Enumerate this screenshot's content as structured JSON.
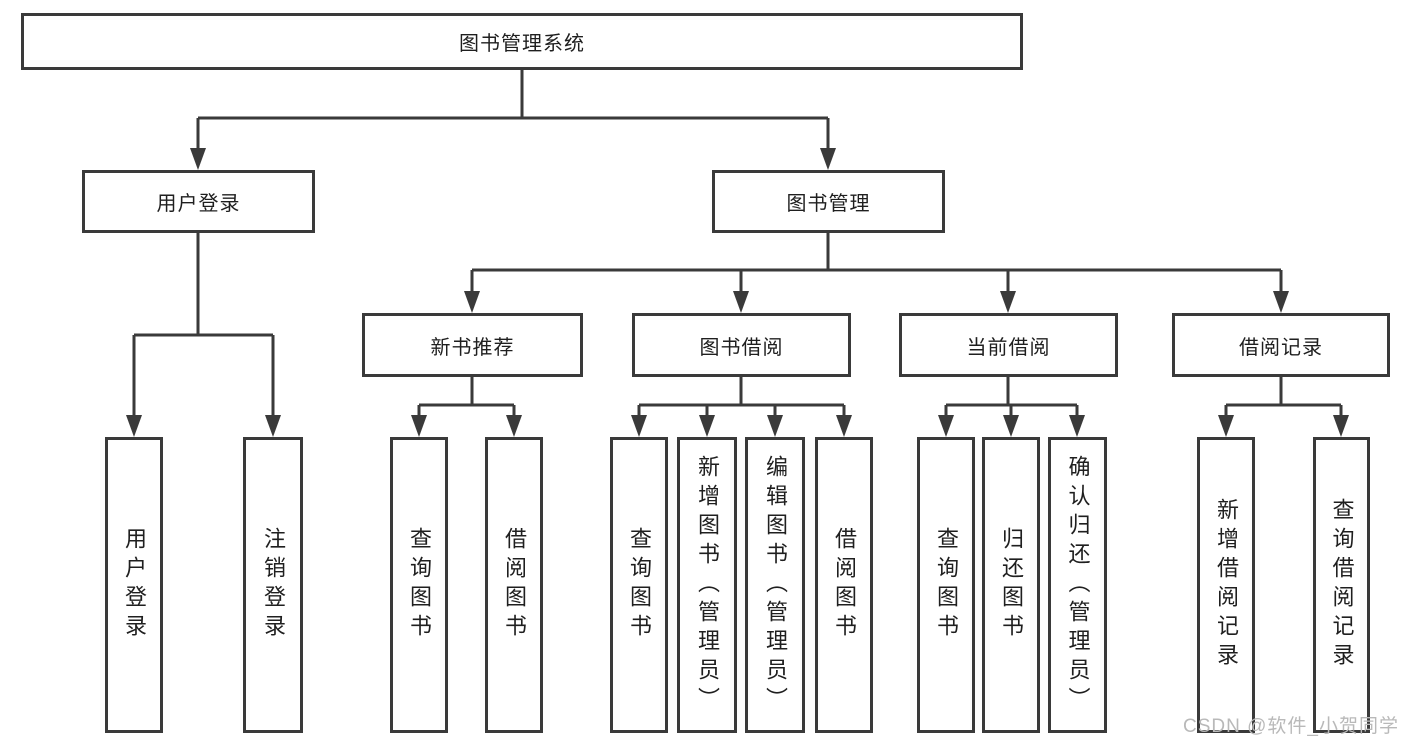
{
  "diagram": {
    "root": {
      "label": "图书管理系统"
    },
    "level2": [
      {
        "label": "用户登录"
      },
      {
        "label": "图书管理"
      }
    ],
    "level3": [
      {
        "label": "新书推荐"
      },
      {
        "label": "图书借阅"
      },
      {
        "label": "当前借阅"
      },
      {
        "label": "借阅记录"
      }
    ],
    "leaves": {
      "user_login": [
        "用户登录",
        "注销登录"
      ],
      "new_book": [
        "查询图书",
        "借阅图书"
      ],
      "book_borrow": [
        "查询图书",
        "新增图书（管理员）",
        "编辑图书（管理员）",
        "借阅图书"
      ],
      "current_borrow": [
        "查询图书",
        "归还图书",
        "确认归还（管理员）"
      ],
      "borrow_record": [
        "新增借阅记录",
        "查询借阅记录"
      ]
    }
  },
  "watermark": "CSDN @软件_小贺同学",
  "colors": {
    "line": "#3a3a3a",
    "text": "#1f1f1f",
    "background": "#ffffff",
    "watermark": "#b9b9b9"
  }
}
